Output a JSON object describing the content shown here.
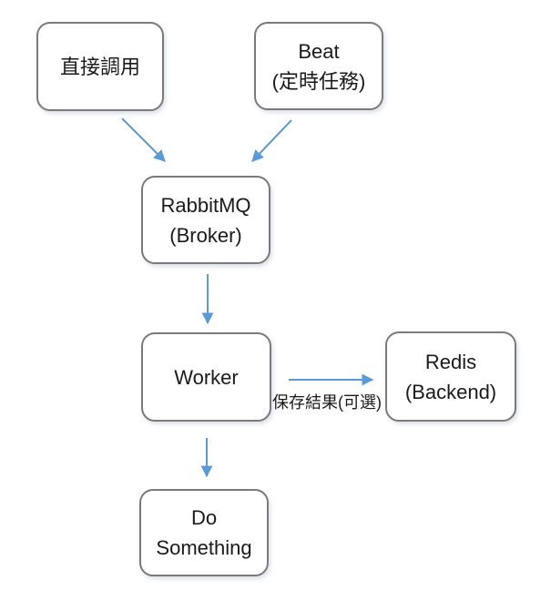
{
  "diagram": {
    "nodes": {
      "direct_call": {
        "line1": "直接調用"
      },
      "beat": {
        "line1": "Beat",
        "line2": "(定時任務)"
      },
      "rabbitmq": {
        "line1": "RabbitMQ",
        "line2": "(Broker)"
      },
      "worker": {
        "line1": "Worker"
      },
      "redis": {
        "line1": "Redis",
        "line2": "(Backend)"
      },
      "do_something": {
        "line1": "Do",
        "line2": "Something"
      }
    },
    "edges": [
      {
        "from": "direct_call",
        "to": "rabbitmq",
        "label": ""
      },
      {
        "from": "beat",
        "to": "rabbitmq",
        "label": ""
      },
      {
        "from": "rabbitmq",
        "to": "worker",
        "label": ""
      },
      {
        "from": "worker",
        "to": "redis",
        "label": "保存結果(可選)"
      },
      {
        "from": "worker",
        "to": "do_something",
        "label": ""
      }
    ],
    "colors": {
      "arrow": "#5B9BD5",
      "node_border": "#7A7A7A",
      "text": "#1A1A1A",
      "background": "#FFFFFF"
    }
  }
}
